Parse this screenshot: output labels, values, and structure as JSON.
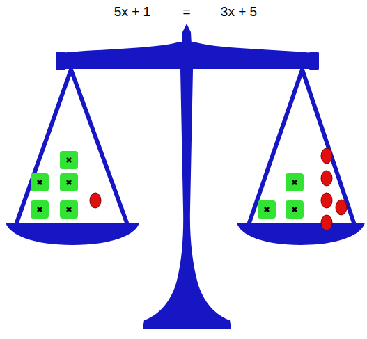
{
  "diagram": {
    "labels": [
      "5x + 1",
      "=",
      "3x + 5"
    ]
  }
}
